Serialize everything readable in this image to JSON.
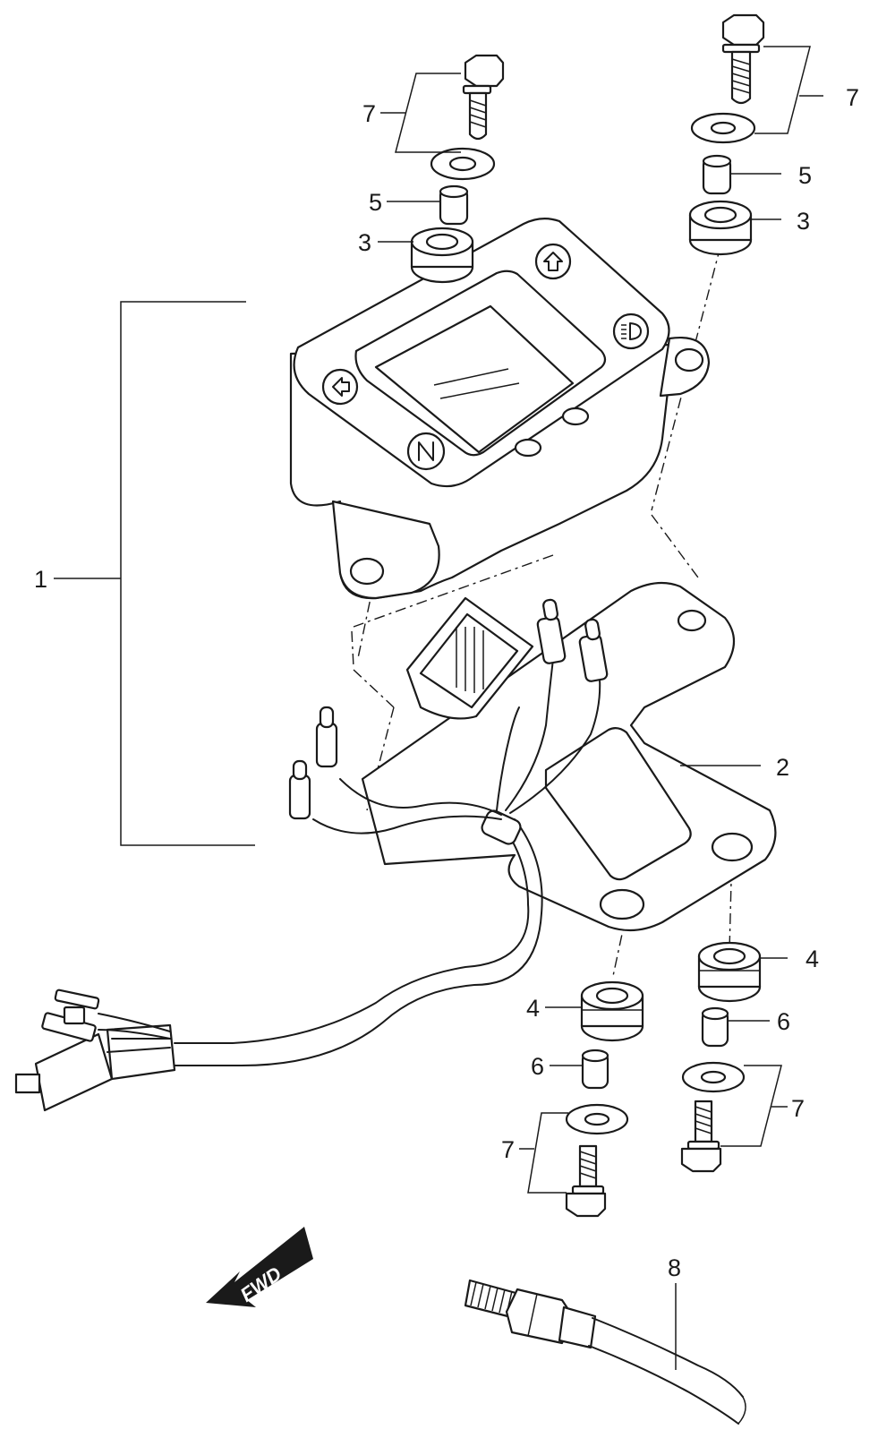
{
  "callouts": {
    "c1": "1",
    "c2": "2",
    "c3_left": "3",
    "c3_right": "3",
    "c4_left": "4",
    "c4_right": "4",
    "c5_left": "5",
    "c5_right": "5",
    "c6_left": "6",
    "c6_right": "6",
    "c7_top_left": "7",
    "c7_top_right": "7",
    "c7_bottom_left": "7",
    "c7_bottom_right": "7",
    "c8": "8"
  },
  "direction_arrow": {
    "label": "FWD"
  },
  "icons": {
    "left_turn": "arrow-left-icon",
    "right_turn": "arrow-up-icon",
    "high_beam": "high-beam-icon",
    "neutral": "neutral-n-icon"
  },
  "colors": {
    "ink": "#1a1a1a",
    "paper": "#ffffff"
  }
}
